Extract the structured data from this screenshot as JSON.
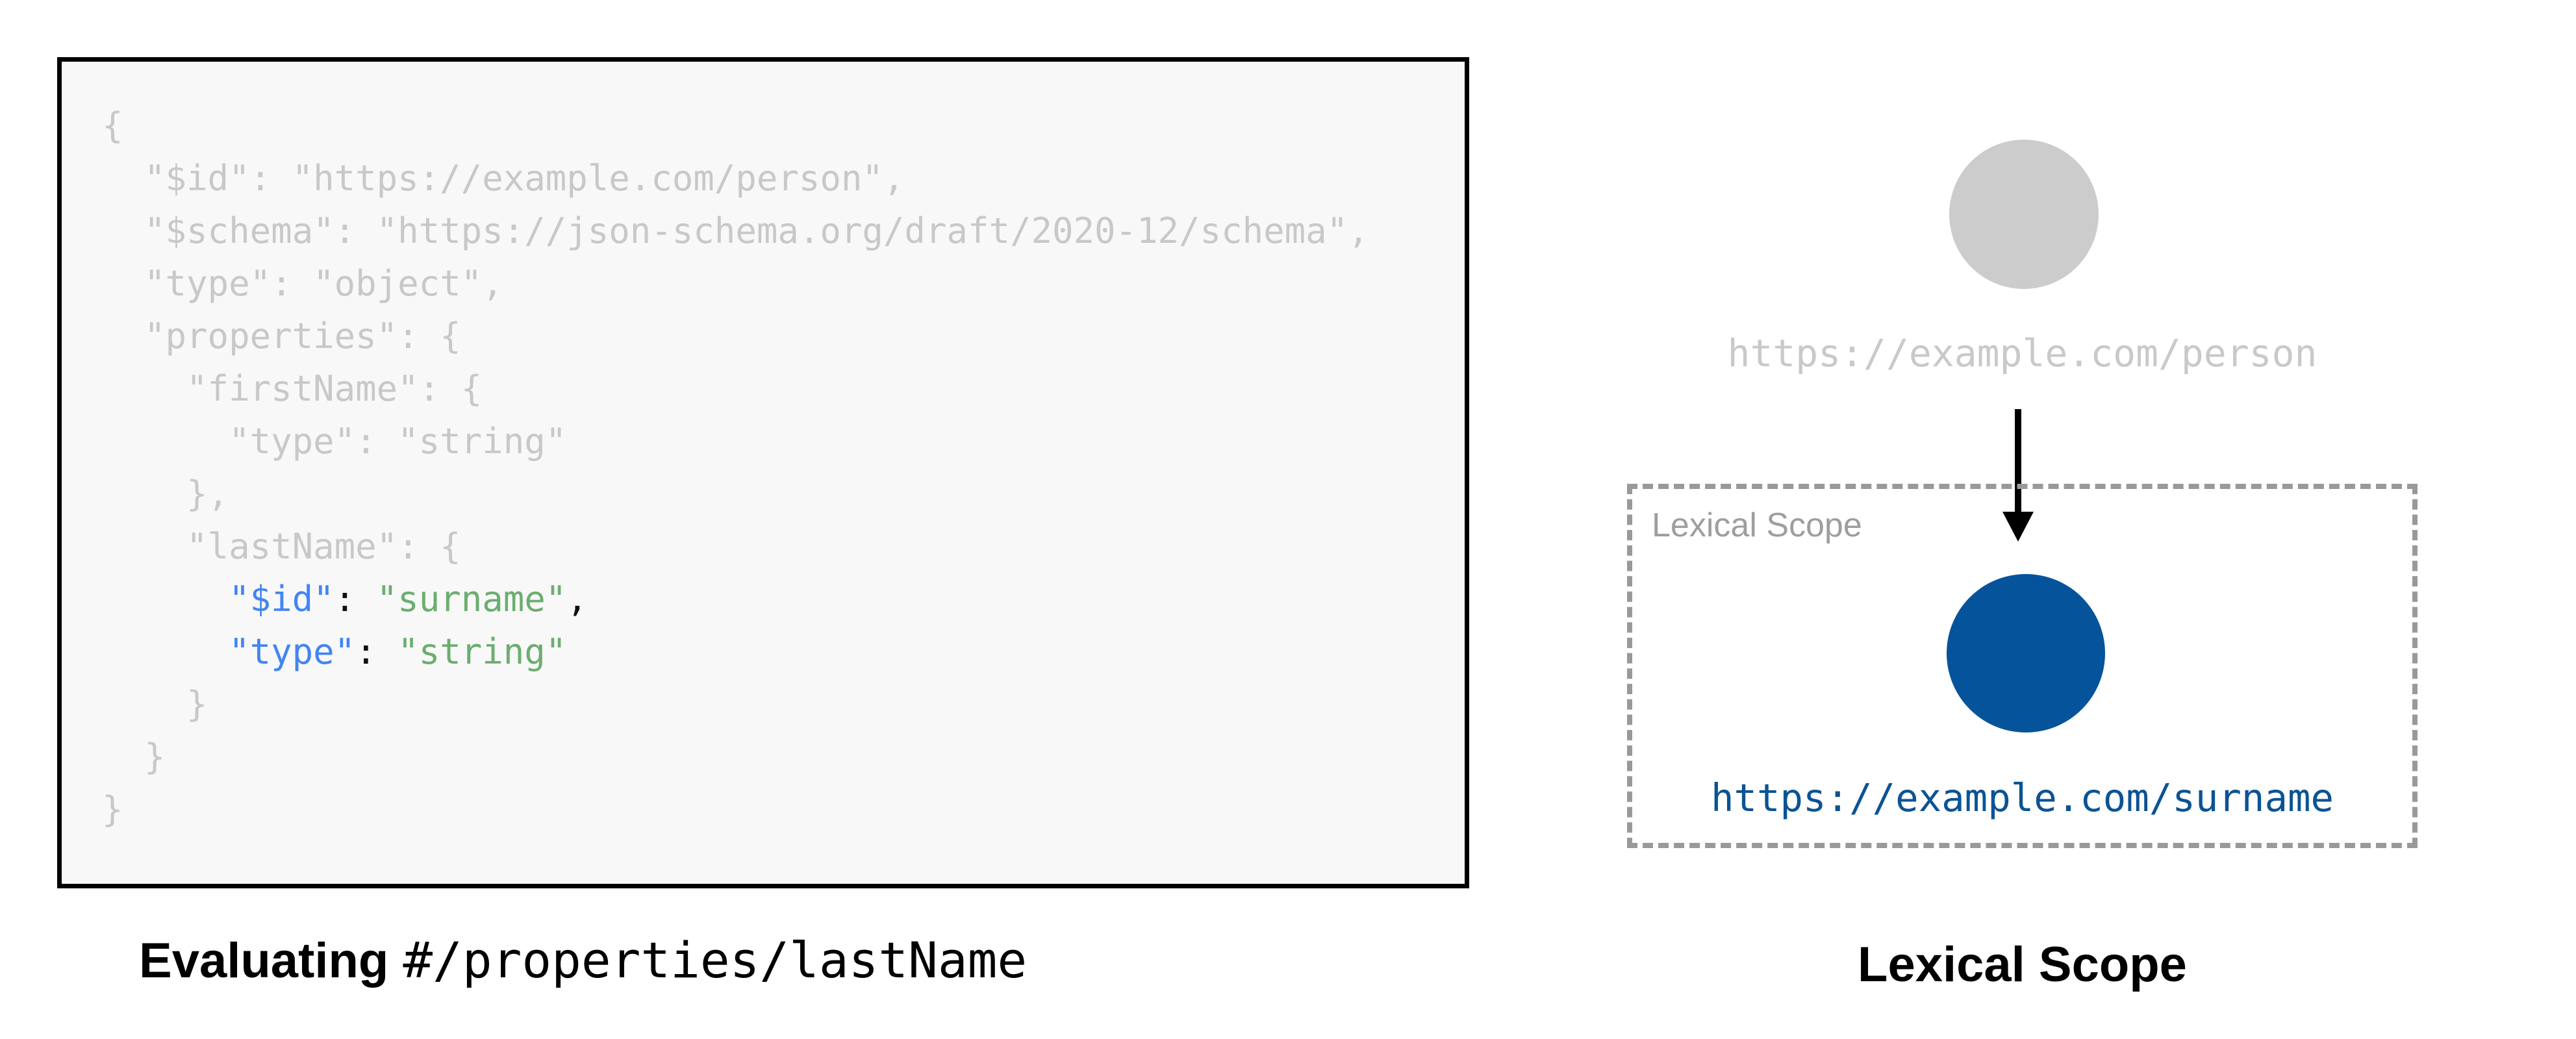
{
  "left_panel": {
    "code": {
      "lines": [
        {
          "tokens": [
            {
              "t": "{",
              "c": "m"
            }
          ]
        },
        {
          "tokens": [
            {
              "t": "  \"$id\": \"https://example.com/person\",",
              "c": "m"
            }
          ]
        },
        {
          "tokens": [
            {
              "t": "  \"$schema\": \"https://json-schema.org/draft/2020-12/schema\",",
              "c": "m"
            }
          ]
        },
        {
          "tokens": [
            {
              "t": "  \"type\": \"object\",",
              "c": "m"
            }
          ]
        },
        {
          "tokens": [
            {
              "t": "  \"properties\": {",
              "c": "m"
            }
          ]
        },
        {
          "tokens": [
            {
              "t": "    \"firstName\": {",
              "c": "m"
            }
          ]
        },
        {
          "tokens": [
            {
              "t": "      \"type\": \"string\"",
              "c": "m"
            }
          ]
        },
        {
          "tokens": [
            {
              "t": "    },",
              "c": "m"
            }
          ]
        },
        {
          "tokens": [
            {
              "t": "    \"lastName\": {",
              "c": "m"
            }
          ]
        },
        {
          "tokens": [
            {
              "t": "      ",
              "c": "m"
            },
            {
              "t": "\"$id\"",
              "c": "k"
            },
            {
              "t": ": ",
              "c": "p"
            },
            {
              "t": "\"surname\"",
              "c": "v"
            },
            {
              "t": ",",
              "c": "p"
            }
          ]
        },
        {
          "tokens": [
            {
              "t": "      ",
              "c": "m"
            },
            {
              "t": "\"type\"",
              "c": "k"
            },
            {
              "t": ": ",
              "c": "p"
            },
            {
              "t": "\"string\"",
              "c": "v"
            }
          ]
        },
        {
          "tokens": [
            {
              "t": "    }",
              "c": "m"
            }
          ]
        },
        {
          "tokens": [
            {
              "t": "  }",
              "c": "m"
            }
          ]
        },
        {
          "tokens": [
            {
              "t": "}",
              "c": "m"
            }
          ]
        }
      ]
    },
    "caption_prefix": "Evaluating",
    "caption_pointer": "#/properties/lastName"
  },
  "right_panel": {
    "outer_node_label": "https://example.com/person",
    "scope_box_label": "Lexical Scope",
    "inner_node_label": "https://example.com/surname",
    "caption": "Lexical Scope"
  },
  "colors": {
    "box_background": "#f8f8f8",
    "box_border": "#000000",
    "code_muted": "#c8c8c8",
    "code_key_blue": "#4285f4",
    "code_value_green": "#6bae6f",
    "code_punct_black": "#111111",
    "node_gray": "#cccccc",
    "node_blue": "#05549b",
    "outer_label_gray": "#c9c9c9",
    "scope_label_gray": "#9e9e9e",
    "scope_border_gray": "#999999",
    "inner_link_blue": "#0b5394",
    "caption_black": "#000000",
    "arrow_black": "#000000"
  }
}
